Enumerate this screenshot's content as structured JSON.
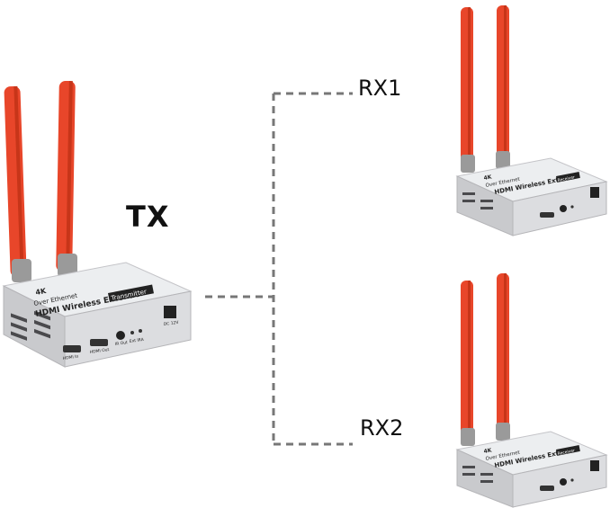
{
  "labels": {
    "tx": "TX",
    "rx1": "RX1",
    "rx2": "RX2"
  },
  "device_tx": {
    "line1": "4K",
    "line2": "Over Ethernet",
    "line3": "HDMI Wireless Extender",
    "badge": "Transmitter",
    "port1": "HDMI In",
    "port2": "HDMI Out",
    "port3": "IR Out",
    "port4": "Ext IRA",
    "port5": "DC 12V"
  },
  "device_rx": {
    "line1": "4K",
    "line2": "Over Ethernet",
    "line3": "HDMI Wireless Extender",
    "badge": "Receiver"
  },
  "colors": {
    "antenna": "#e8462a",
    "antenna_dark": "#c73519",
    "body": "#d9d9dc",
    "connector": "#8a8a8a"
  }
}
